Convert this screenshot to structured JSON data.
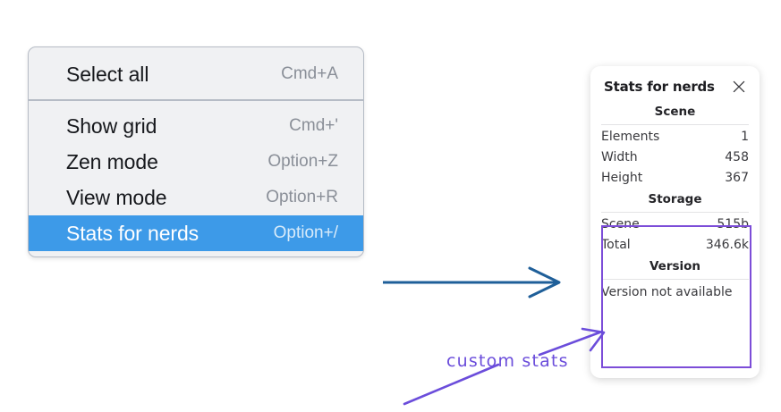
{
  "context_menu": {
    "sections": [
      {
        "items": [
          {
            "label": "Select all",
            "shortcut": "Cmd+A",
            "selected": false
          }
        ]
      },
      {
        "items": [
          {
            "label": "Show grid",
            "shortcut": "Cmd+'",
            "selected": false
          },
          {
            "label": "Zen mode",
            "shortcut": "Option+Z",
            "selected": false
          },
          {
            "label": "View mode",
            "shortcut": "Option+R",
            "selected": false
          },
          {
            "label": "Stats for nerds",
            "shortcut": "Option+/",
            "selected": true
          }
        ]
      }
    ],
    "highlight_color": "#3d9ae8"
  },
  "stats_panel": {
    "title": "Stats for nerds",
    "close_icon": "close-icon",
    "scene": {
      "heading": "Scene",
      "rows": [
        {
          "key": "Elements",
          "value": "1"
        },
        {
          "key": "Width",
          "value": "458"
        },
        {
          "key": "Height",
          "value": "367"
        }
      ]
    },
    "storage": {
      "heading": "Storage",
      "rows": [
        {
          "key": "Scene",
          "value": "515b"
        },
        {
          "key": "Total",
          "value": "346.6k"
        }
      ]
    },
    "version": {
      "heading": "Version",
      "text": "Version not available"
    }
  },
  "annotations": {
    "custom_stats_label": "custom stats",
    "annotation_color": "#6b4ddb",
    "arrow_color": "#1f5f99"
  }
}
